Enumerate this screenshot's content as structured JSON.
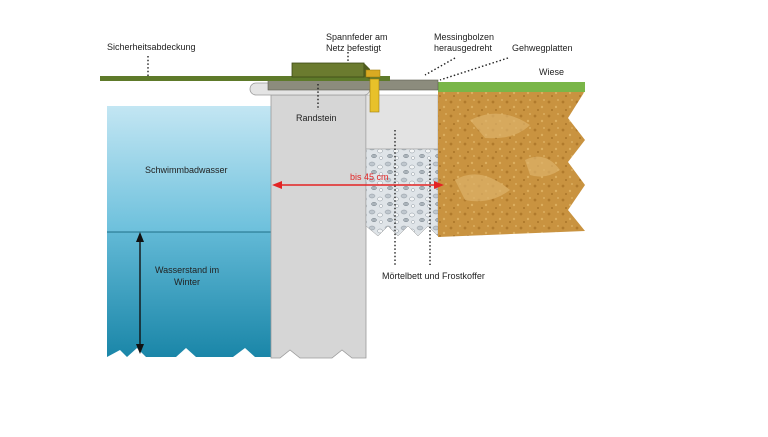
{
  "labels": {
    "cover": "Sicherheitsabdeckung",
    "spring_line1": "Spannfeder am",
    "spring_line2": "Netz befestigt",
    "bolt_line1": "Messingbolzen",
    "bolt_line2": "herausgedreht",
    "paving": "Gehwegplatten",
    "meadow": "Wiese",
    "curb": "Randstein",
    "pool_water": "Schwimmbadwasser",
    "distance": "bis 45 cm",
    "winter_line1": "Wasserstand im",
    "winter_line2": "Winter",
    "mortar": "Mörtelbett und Frostkoffer"
  },
  "colors": {
    "cover_green": "#5e7a2a",
    "spring_box": "#6b7b2f",
    "meadow_green": "#7ab648",
    "soil": "#c8963e",
    "curb_grey": "#d6d6d6",
    "paving_grey": "#8a8a7a",
    "bolt_yellow": "#e8c12a",
    "water_top": "#b9e0ef",
    "water_bottom": "#1e8fae",
    "measure_red": "#e32424",
    "line_dark": "#222222"
  }
}
